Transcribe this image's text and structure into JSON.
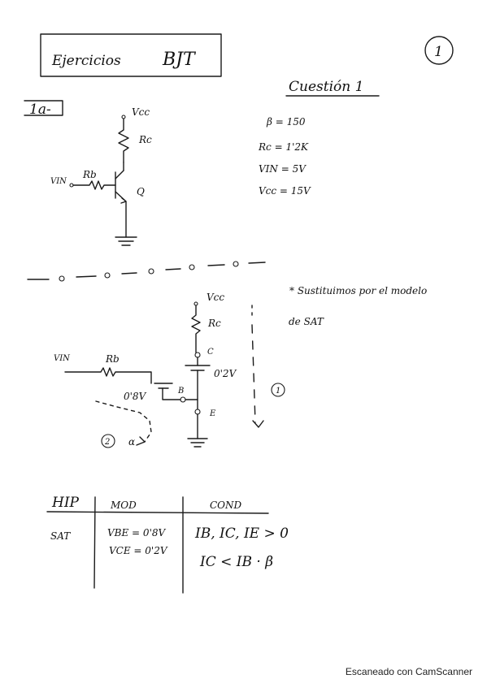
{
  "title": {
    "part1": "Ejercicios",
    "part2": "BJT"
  },
  "page_number": "1",
  "question_heading": "Cuestión 1",
  "section_tag": "1a-",
  "circuit1": {
    "vcc": "Vcc",
    "rc": "Rc",
    "rb": "Rb",
    "vin": "VIN",
    "q": "Q"
  },
  "parameters": [
    "β = 150",
    "Rc = 1'2K",
    "VIN = 5V",
    "Vcc = 15V"
  ],
  "note": {
    "line1": "* Sustituimos por el modelo",
    "line2": "de SAT"
  },
  "circuit2": {
    "vcc": "Vcc",
    "rc": "Rc",
    "c": "C",
    "vce": "0'2V",
    "vin": "VIN",
    "rb": "Rb",
    "vbe": "0'8V",
    "b": "B",
    "e": "E",
    "loop1": "1",
    "loop2": "2",
    "alpha": "α"
  },
  "table": {
    "headers": [
      "HIP",
      "MOD",
      "COND"
    ],
    "row_label": "SAT",
    "mod": [
      "VBE = 0'8V",
      "VCE = 0'2V"
    ],
    "cond": [
      "IB, IC, IE > 0",
      "IC < IB · β"
    ]
  },
  "footer": "Escaneado con CamScanner"
}
